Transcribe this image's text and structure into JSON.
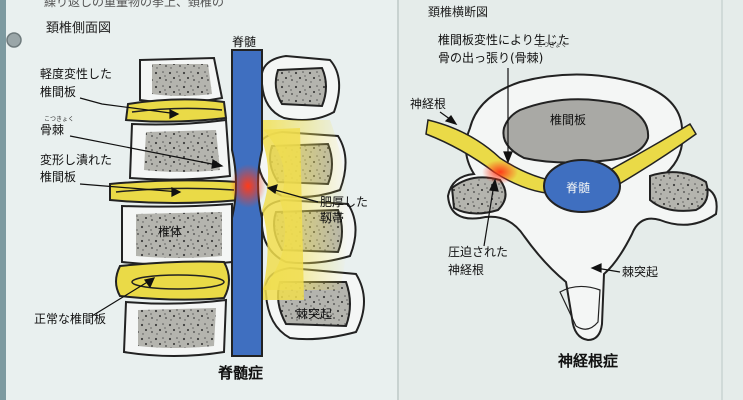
{
  "top_text": "繰り返しの重量物の挙上、頚椎の",
  "left_panel": {
    "title": "頚椎側面図",
    "spinal_cord_label": "脊髄",
    "labels": {
      "mild_disc": [
        "軽度変性した",
        "椎間板"
      ],
      "bone_spur_ruby": "こつきょく",
      "bone_spur": "骨棘",
      "deformed_disc": [
        "変形し潰れた",
        "椎間板"
      ],
      "vertebral_body": "椎体",
      "normal_disc": "正常な椎間板",
      "thick_ligament": [
        "肥厚した",
        "靱帯"
      ],
      "spinous_process": "棘突起"
    },
    "caption": "脊髄症"
  },
  "right_panel": {
    "title": "頚椎横断図",
    "labels": {
      "spur_note": [
        "椎間板変性により生じた",
        "骨の出っ張り(骨棘)"
      ],
      "spur_note_ruby": "こつきょく",
      "nerve_root": "神経根",
      "disc": "椎間板",
      "spinal_cord": "脊髄",
      "compressed_root": [
        "圧迫された",
        "神経根"
      ],
      "spinous_process": "棘突起"
    },
    "caption": "神経根症"
  },
  "colors": {
    "disc_yellow": "#e8d84a",
    "cord_blue": "#3f6fc0",
    "compression_red": "#e2452c",
    "bone_fill": "#a8a8a4",
    "paper": "#e9f0ef"
  }
}
